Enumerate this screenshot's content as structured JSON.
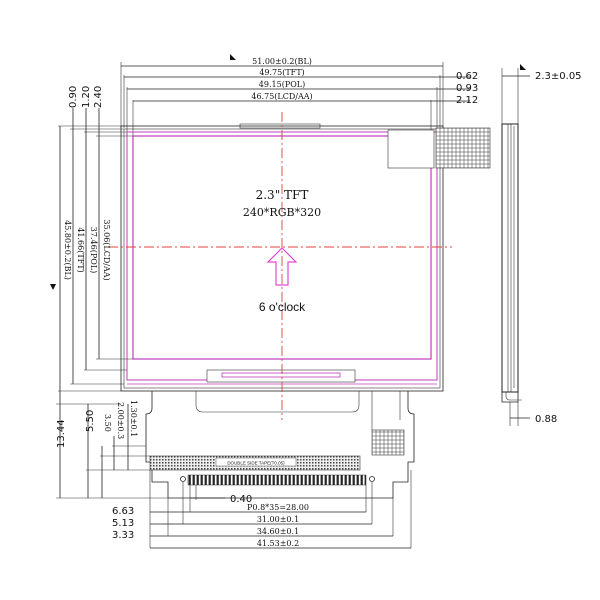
{
  "colors": {
    "active_area": "#c23bbf",
    "center_line": "#e0423b",
    "arrow": "#e04bd0",
    "outline": "#222222"
  },
  "panel": {
    "size_label": "2.3\" TFT",
    "resolution_label": "240*RGB*320",
    "view_direction": "6  o'clock"
  },
  "top_dims": {
    "bl": "51.00±0.2(BL)",
    "tft": "49.75(TFT)",
    "pol": "49.15(POL)",
    "lcd_aa": "46.75(LCD/AA)"
  },
  "right_top_dims": {
    "d1": "0.62",
    "d2": "0.93",
    "d3": "2.12"
  },
  "side_view": {
    "thickness": "2.3±0.05",
    "bottom_offset": "0.88"
  },
  "left_dims": {
    "top1": "2.40",
    "top2": "1.20",
    "top3": "0.90",
    "lcd_aa": "35.06(LCD/AA)",
    "pol": "37.46(POL)",
    "tft": "41.66(TFT)",
    "bl": "45.80±0.2(BL)"
  },
  "fpc_left_dims": {
    "a": "1.30±0.1",
    "b": "2.00±0.3",
    "c": "3.50",
    "d": "5.50",
    "total": "13.44"
  },
  "fpc_bottom_dims": {
    "pin_gap": "0.40",
    "left1": "6.63",
    "left2": "5.13",
    "left3": "3.33",
    "pitch": "P0.8*35=28.00",
    "w1": "31.00±0.1",
    "w2": "34.60±0.1",
    "w3": "41.53±0.2"
  },
  "fpc_label": "DOUBLE SIDE TAPE(T0.05)"
}
